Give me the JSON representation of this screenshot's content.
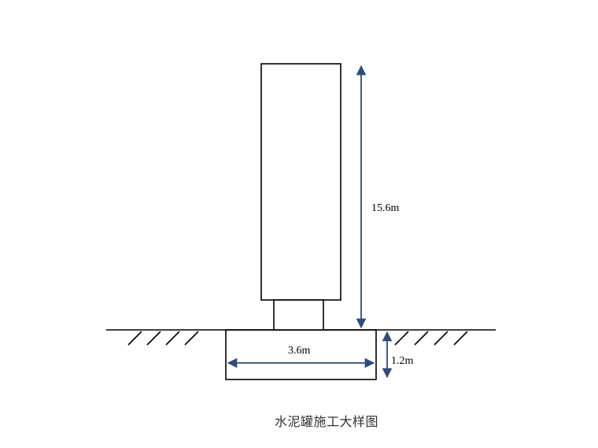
{
  "dimensions": {
    "height_label": "15.6m",
    "width_label": "3.6m",
    "depth_label": "1.2m"
  },
  "caption": "水泥罐施工大样图",
  "colors": {
    "outline": "#000000",
    "dimension_arrow": "#2e4b7a",
    "caption_text": "#333333"
  }
}
